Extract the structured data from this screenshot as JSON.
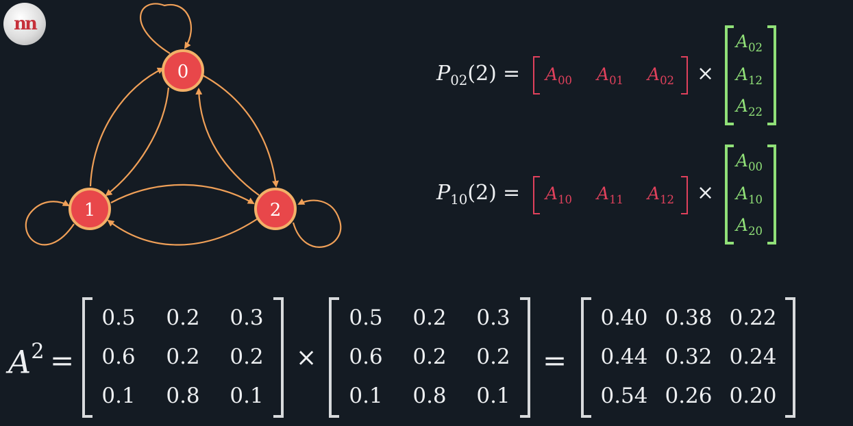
{
  "logo": {
    "text": "nn"
  },
  "graph": {
    "nodes": [
      {
        "id": "0",
        "label": "0"
      },
      {
        "id": "1",
        "label": "1"
      },
      {
        "id": "2",
        "label": "2"
      }
    ],
    "colors": {
      "node_fill": "#e8474a",
      "node_ring": "#f3b068",
      "edge": "#f0a058"
    }
  },
  "eq1": {
    "lhs_symbol": "P",
    "lhs_sub": "02",
    "lhs_arg": "(2)",
    "equals": "=",
    "times": "×",
    "row": [
      {
        "sym": "A",
        "sub": "00"
      },
      {
        "sym": "A",
        "sub": "01"
      },
      {
        "sym": "A",
        "sub": "02"
      }
    ],
    "col": [
      {
        "sym": "A",
        "sub": "02"
      },
      {
        "sym": "A",
        "sub": "12"
      },
      {
        "sym": "A",
        "sub": "22"
      }
    ]
  },
  "eq2": {
    "lhs_symbol": "P",
    "lhs_sub": "10",
    "lhs_arg": "(2)",
    "equals": "=",
    "times": "×",
    "row": [
      {
        "sym": "A",
        "sub": "10"
      },
      {
        "sym": "A",
        "sub": "11"
      },
      {
        "sym": "A",
        "sub": "12"
      }
    ],
    "col": [
      {
        "sym": "A",
        "sub": "00"
      },
      {
        "sym": "A",
        "sub": "10"
      },
      {
        "sym": "A",
        "sub": "20"
      }
    ]
  },
  "matrix_eq": {
    "lhs_symbol": "A",
    "lhs_sup": "2",
    "equals": "=",
    "times": "×",
    "equals2": "=",
    "m1": [
      [
        "0.5",
        "0.2",
        "0.3"
      ],
      [
        "0.6",
        "0.2",
        "0.2"
      ],
      [
        "0.1",
        "0.8",
        "0.1"
      ]
    ],
    "m2": [
      [
        "0.5",
        "0.2",
        "0.3"
      ],
      [
        "0.6",
        "0.2",
        "0.2"
      ],
      [
        "0.1",
        "0.8",
        "0.1"
      ]
    ],
    "result": [
      [
        "0.40",
        "0.38",
        "0.22"
      ],
      [
        "0.44",
        "0.32",
        "0.24"
      ],
      [
        "0.54",
        "0.26",
        "0.20"
      ]
    ]
  }
}
